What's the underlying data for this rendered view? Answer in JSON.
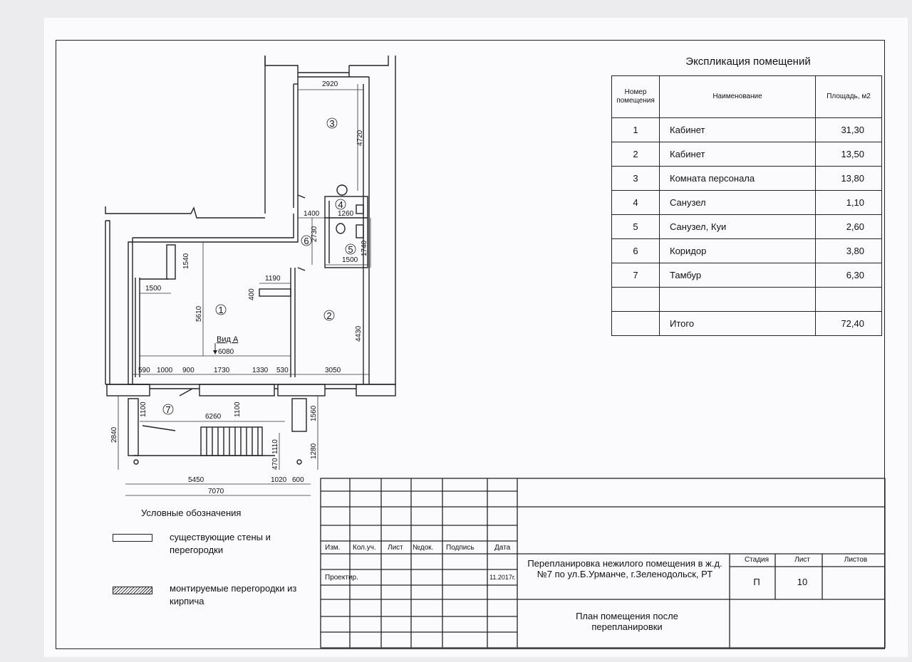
{
  "explication": {
    "title": "Экспликация помещений",
    "headers": {
      "number": "Номер помещения",
      "name": "Наименование",
      "area": "Площадь, м2"
    },
    "rows": [
      {
        "num": "1",
        "name": "Кабинет",
        "area": "31,30"
      },
      {
        "num": "2",
        "name": "Кабинет",
        "area": "13,50"
      },
      {
        "num": "3",
        "name": "Комната персонала",
        "area": "13,80"
      },
      {
        "num": "4",
        "name": "Санузел",
        "area": "1,10"
      },
      {
        "num": "5",
        "name": "Санузел, Куи",
        "area": "2,60"
      },
      {
        "num": "6",
        "name": "Коридор",
        "area": "3,80"
      },
      {
        "num": "7",
        "name": "Тамбур",
        "area": "6,30"
      }
    ],
    "total_label": "Итого",
    "total_value": "72,40"
  },
  "plan": {
    "rooms": [
      "1",
      "2",
      "3",
      "4",
      "5",
      "6",
      "7"
    ],
    "view_label": "Вид А",
    "dims": {
      "d2920": "2920",
      "d4720": "4720",
      "d1400": "1400",
      "d1260": "1260",
      "d2730": "2730",
      "d1740": "1740",
      "d1500a": "1500",
      "d1540": "1540",
      "d1500b": "1500",
      "d1190": "1190",
      "d400": "400",
      "d5610": "5610",
      "d4430": "4430",
      "d6080": "6080",
      "d590": "590",
      "d1000": "1000",
      "d900": "900",
      "d1730": "1730",
      "d1330": "1330",
      "d530": "530",
      "d3050": "3050",
      "d1100a": "1100",
      "d6260": "6260",
      "d1100b": "1100",
      "d1560": "1560",
      "d2840": "2840",
      "d1110": "1110",
      "d470": "470",
      "d1280": "1280",
      "d5450": "5450",
      "d1020": "1020",
      "d600": "600",
      "d7070": "7070"
    }
  },
  "legend": {
    "title": "Условные обозначения",
    "existing": "существующие стены и перегородки",
    "mounted": "монтируемые перегородки из кирпича"
  },
  "stamp": {
    "izm": "Изм.",
    "kol": "Кол.уч.",
    "list": "Лист",
    "ndok": "№док.",
    "podpis": "Подпись",
    "data": "Дата",
    "proektir": "Проектир.",
    "date_value": "11.2017г.",
    "project_title": "Перепланировка нежилого помещения в ж.д.№7 по ул.Б.Урманче, г.Зеленодольск, РТ",
    "stadia_label": "Стадия",
    "list_label": "Лист",
    "listov_label": "Листов",
    "stadia_value": "П",
    "list_value": "10",
    "sheet_title": "План помещения после перепланировки"
  }
}
